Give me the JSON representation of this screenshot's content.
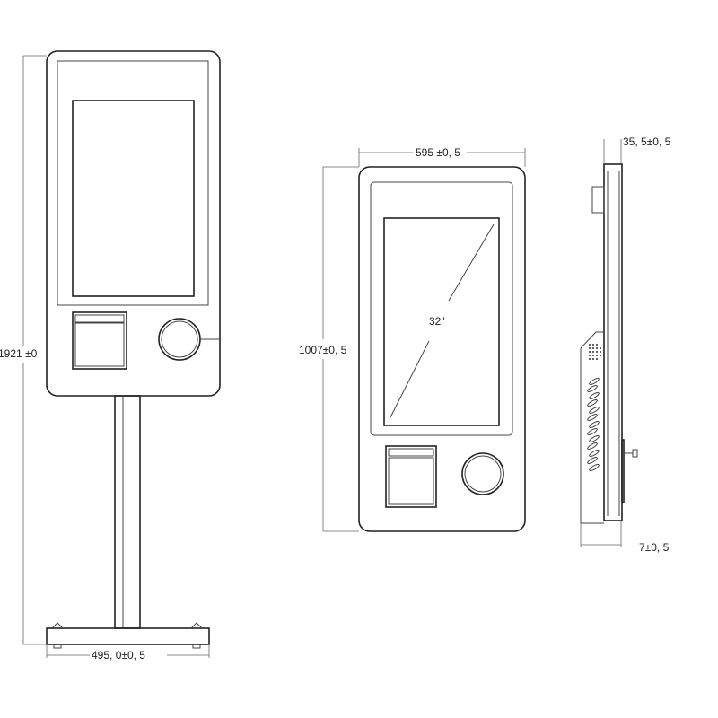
{
  "front_view_with_stand": {
    "height_dim": "1921 ±0",
    "base_width_dim": "495, 0±0, 5"
  },
  "front_view": {
    "width_dim": "595 ±0, 5",
    "height_dim": "1007±0, 5",
    "screen_size": "32\""
  },
  "side_view": {
    "depth_dim": "35, 5±0, 5",
    "offset_dim": "7±0, 5"
  }
}
